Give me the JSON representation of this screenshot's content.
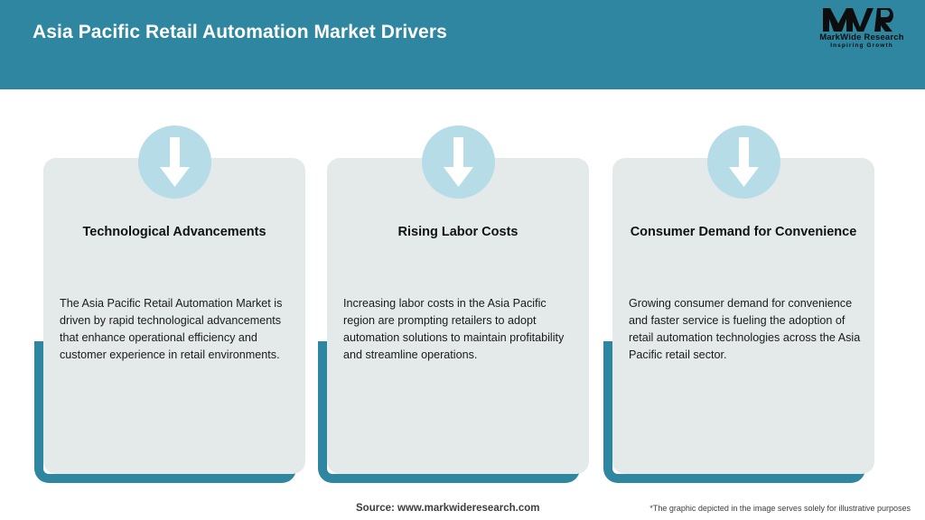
{
  "header": {
    "title": "Asia Pacific Retail Automation Market Drivers",
    "bar_color": "#2e86a0",
    "title_color": "#ffffff"
  },
  "logo": {
    "mark": "MWR",
    "name": "MarkWide Research",
    "tagline": "Inspiring Growth"
  },
  "theme": {
    "accent": "#2e86a0",
    "card_background": "#e4e9ea",
    "badge_background": "#b6dce8",
    "arrow_color": "#ffffff"
  },
  "cards": [
    {
      "icon": "down-arrow-icon",
      "heading": "Technological Advancements",
      "body": "The Asia Pacific Retail Automation Market is driven by rapid technological advancements that enhance operational efficiency and customer experience in retail environments."
    },
    {
      "icon": "down-arrow-icon",
      "heading": "Rising Labor Costs",
      "body": "Increasing labor costs in the Asia Pacific region are prompting retailers to adopt automation solutions to maintain profitability and streamline operations."
    },
    {
      "icon": "down-arrow-icon",
      "heading": "Consumer Demand for Convenience",
      "body": "Growing consumer demand for convenience and faster service is fueling the adoption of retail automation technologies across the Asia Pacific retail sector."
    }
  ],
  "footer": {
    "source": "Source: www.markwideresearch.com",
    "disclaimer": "*The graphic depicted in the image serves solely for illustrative purposes"
  }
}
